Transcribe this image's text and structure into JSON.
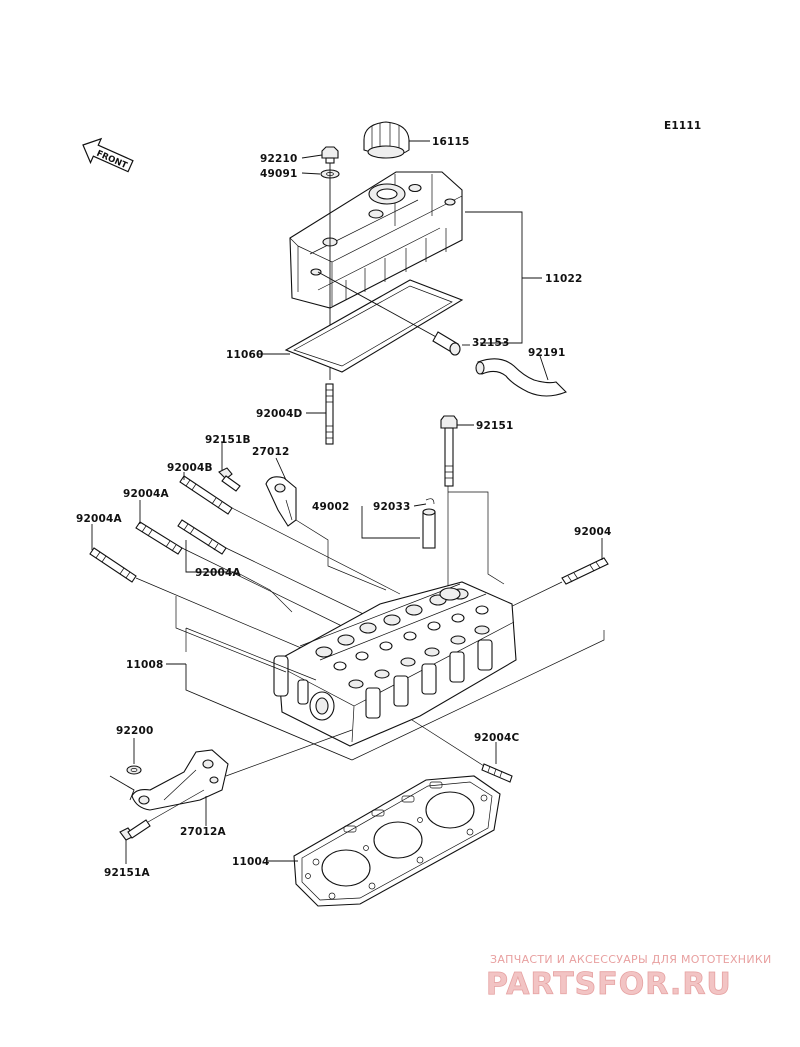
{
  "diagram_code": "E1111",
  "front_label": "FRONT",
  "part_labels": {
    "p16115": "16115",
    "p92210": "92210",
    "p49091": "49091",
    "p11022": "11022",
    "p32153": "32153",
    "p92191": "92191",
    "p11060": "11060",
    "p92004D": "92004D",
    "p92151B": "92151B",
    "p27012": "27012",
    "p92151": "92151",
    "p92004B": "92004B",
    "p49002": "49002",
    "p92033": "92033",
    "p92004A_1": "92004A",
    "p92004A_2": "92004A",
    "p92004A_3": "92004A",
    "p92004": "92004",
    "p11008": "11008",
    "p92200": "92200",
    "p92004C": "92004C",
    "p27012A": "27012A",
    "p11004": "11004",
    "p92151A": "92151A"
  },
  "watermark": {
    "line1": "ЗАПЧАСТИ И АКСЕССУАРЫ ДЛЯ МОТОТЕХНИКИ",
    "logo": "PARTSFOR.RU"
  }
}
